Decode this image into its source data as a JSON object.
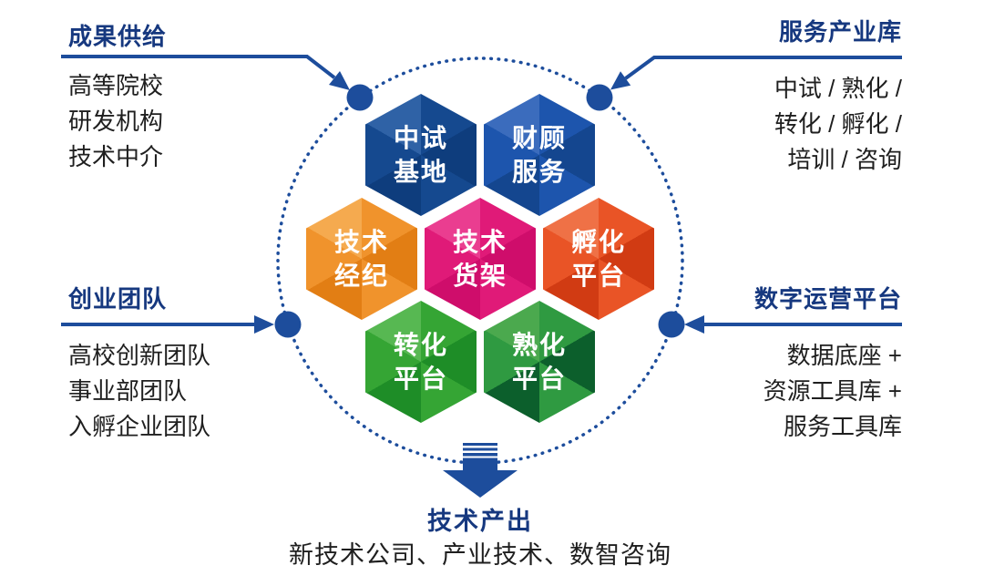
{
  "colors": {
    "accent": "#1d4d9c",
    "title_navy": "#16387f",
    "body_text": "#1f1f1f",
    "hex_label": "#ffffff"
  },
  "callouts": {
    "top_left": {
      "title": "成果供给",
      "items": [
        "高等院校",
        "研发机构",
        "技术中介"
      ]
    },
    "top_right": {
      "title": "服务产业库",
      "items": [
        "中试 / 熟化 /",
        "转化 / 孵化 /",
        "培训 / 咨询"
      ]
    },
    "mid_left": {
      "title": "创业团队",
      "items": [
        "高校创新团队",
        "事业部团队",
        "入孵企业团队"
      ]
    },
    "mid_right": {
      "title": "数字运营平台",
      "items": [
        "数据底座 +",
        "资源工具库 +",
        "服务工具库"
      ]
    }
  },
  "output": {
    "title": "技术产出",
    "description": "新技术公司、产业技术、数智咨询"
  },
  "hexagons": [
    {
      "name": "pilot-test-base",
      "line1": "中试",
      "line2": "基地",
      "base": "#15498f",
      "light": "#2f62a6",
      "dark": "#0e3d7d"
    },
    {
      "name": "financial-advisory-service",
      "line1": "财顾",
      "line2": "服务",
      "base": "#1d55ad",
      "light": "#3b6cbd",
      "dark": "#14468f"
    },
    {
      "name": "technology-brokerage",
      "line1": "技术",
      "line2": "经纪",
      "base": "#f0932c",
      "light": "#f5aa4f",
      "dark": "#e27e14"
    },
    {
      "name": "technology-shelf",
      "line1": "技术",
      "line2": "货架",
      "base": "#e01a78",
      "light": "#ea3d90",
      "dark": "#cf0d6b"
    },
    {
      "name": "incubation-platform",
      "line1": "孵化",
      "line2": "平台",
      "base": "#e95426",
      "light": "#ef7146",
      "dark": "#d13b13"
    },
    {
      "name": "transformation-platform",
      "line1": "转化",
      "line2": "平台",
      "base": "#35a534",
      "light": "#57b852",
      "dark": "#1e8d27"
    },
    {
      "name": "maturation-platform",
      "line1": "熟化",
      "line2": "平台",
      "base": "#2f9a41",
      "light": "#4ba94e",
      "dark": "#0c5f2c"
    }
  ]
}
